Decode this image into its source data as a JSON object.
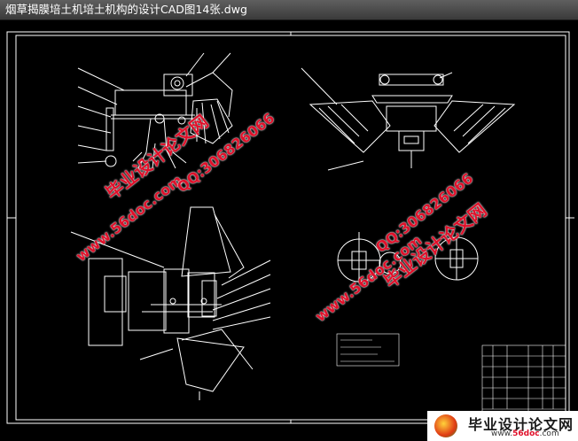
{
  "window": {
    "title": "烟草揭膜培土机培土机构的设计CAD图14张.dwg"
  },
  "watermarks": {
    "left_cn": "毕业设计论文网",
    "left_url": "www.56doc.com",
    "left_qq": "QQ:306826066",
    "right_cn": "毕业设计论文网",
    "right_url": "www.56doc.com",
    "right_qq": "QQ:306826066"
  },
  "logo": {
    "text": "毕业设计论文网",
    "url_prefix": "www.",
    "url_brand": "56doc",
    "url_suffix": ".com"
  },
  "colors": {
    "background": "#000000",
    "linework": "#ffffff",
    "watermark": "#e0102a",
    "titlebar_text": "#ffffff"
  }
}
